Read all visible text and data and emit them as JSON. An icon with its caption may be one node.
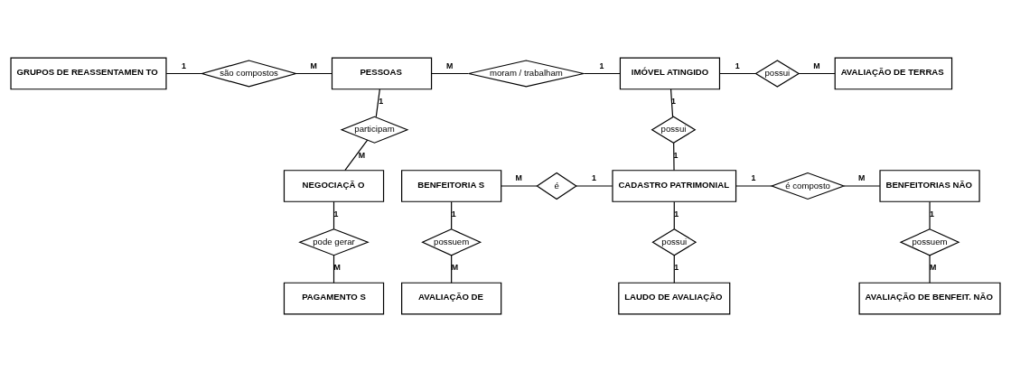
{
  "diagram": {
    "nodes": [
      {
        "text": [
          "GRUPOS DE REASSENTAMEN TO"
        ]
      },
      {
        "text": [
          "são compostos"
        ]
      },
      {
        "text": [
          "PESSOAS"
        ]
      },
      {
        "text": [
          "moram / trabalham"
        ]
      },
      {
        "text": [
          "IMÓVEL ATINGIDO"
        ]
      },
      {
        "text": [
          "possui"
        ]
      },
      {
        "text": [
          "AVALIAÇÃO DE TERRAS"
        ]
      },
      {
        "text": [
          "participam"
        ]
      },
      {
        "text": [
          "possui"
        ]
      },
      {
        "text": [
          "NEGOCIAÇÃ O"
        ]
      },
      {
        "text": [
          "BENFEITORIA S"
        ]
      },
      {
        "text": [
          "é"
        ]
      },
      {
        "text": [
          "CADASTRO PATRIMONIAL"
        ]
      },
      {
        "text": [
          "é composto"
        ]
      },
      {
        "text": [
          "BENFEITORIAS NÃO"
        ]
      },
      {
        "text": [
          "pode gerar"
        ]
      },
      {
        "text": [
          "possuem"
        ]
      },
      {
        "text": [
          "possui"
        ]
      },
      {
        "text": [
          "possuem"
        ]
      },
      {
        "text": [
          "PAGAMENTO S"
        ]
      },
      {
        "text": [
          "AVALIAÇÃO DE"
        ]
      },
      {
        "text": [
          "LAUDO DE AVALIAÇÃO"
        ]
      },
      {
        "text": [
          "AVALIAÇÃO DE BENFEIT. NÃO"
        ]
      }
    ],
    "edges": [
      {
        "from": 0,
        "to": 1,
        "arrow": "none",
        "label": "1"
      },
      {
        "from": 1,
        "to": 2,
        "arrow": "none",
        "label": "M"
      },
      {
        "from": 2,
        "to": 3,
        "arrow": "none",
        "label": "M"
      },
      {
        "from": 3,
        "to": 4,
        "arrow": "none",
        "label": "1"
      },
      {
        "from": 4,
        "to": 5,
        "arrow": "none",
        "label": "1"
      },
      {
        "from": 5,
        "to": 6,
        "arrow": "none",
        "label": "M"
      },
      {
        "from": 2,
        "to": 7,
        "arrow": "none",
        "label": "1"
      },
      {
        "from": 7,
        "to": 9,
        "arrow": "none",
        "label": "M"
      },
      {
        "from": 4,
        "to": 8,
        "arrow": "none",
        "label": "1"
      },
      {
        "from": 8,
        "to": 12,
        "arrow": "none",
        "label": "1"
      },
      {
        "from": 10,
        "to": 11,
        "arrow": "none",
        "label": "M"
      },
      {
        "from": 11,
        "to": 12,
        "arrow": "none",
        "label": "1"
      },
      {
        "from": 12,
        "to": 13,
        "arrow": "none",
        "label": "1"
      },
      {
        "from": 13,
        "to": 14,
        "arrow": "none",
        "label": "M"
      },
      {
        "from": 9,
        "to": 15,
        "arrow": "none",
        "label": "1"
      },
      {
        "from": 15,
        "to": 19,
        "arrow": "none",
        "label": "M"
      },
      {
        "from": 10,
        "to": 16,
        "arrow": "none",
        "label": "1"
      },
      {
        "from": 16,
        "to": 20,
        "arrow": "none",
        "label": "M"
      },
      {
        "from": 12,
        "to": 17,
        "arrow": "none",
        "label": "1"
      },
      {
        "from": 17,
        "to": 21,
        "arrow": "none",
        "label": "1"
      },
      {
        "from": 14,
        "to": 18,
        "arrow": "none",
        "label": "1"
      },
      {
        "from": 18,
        "to": 22,
        "arrow": "none",
        "label": "M"
      }
    ]
  }
}
